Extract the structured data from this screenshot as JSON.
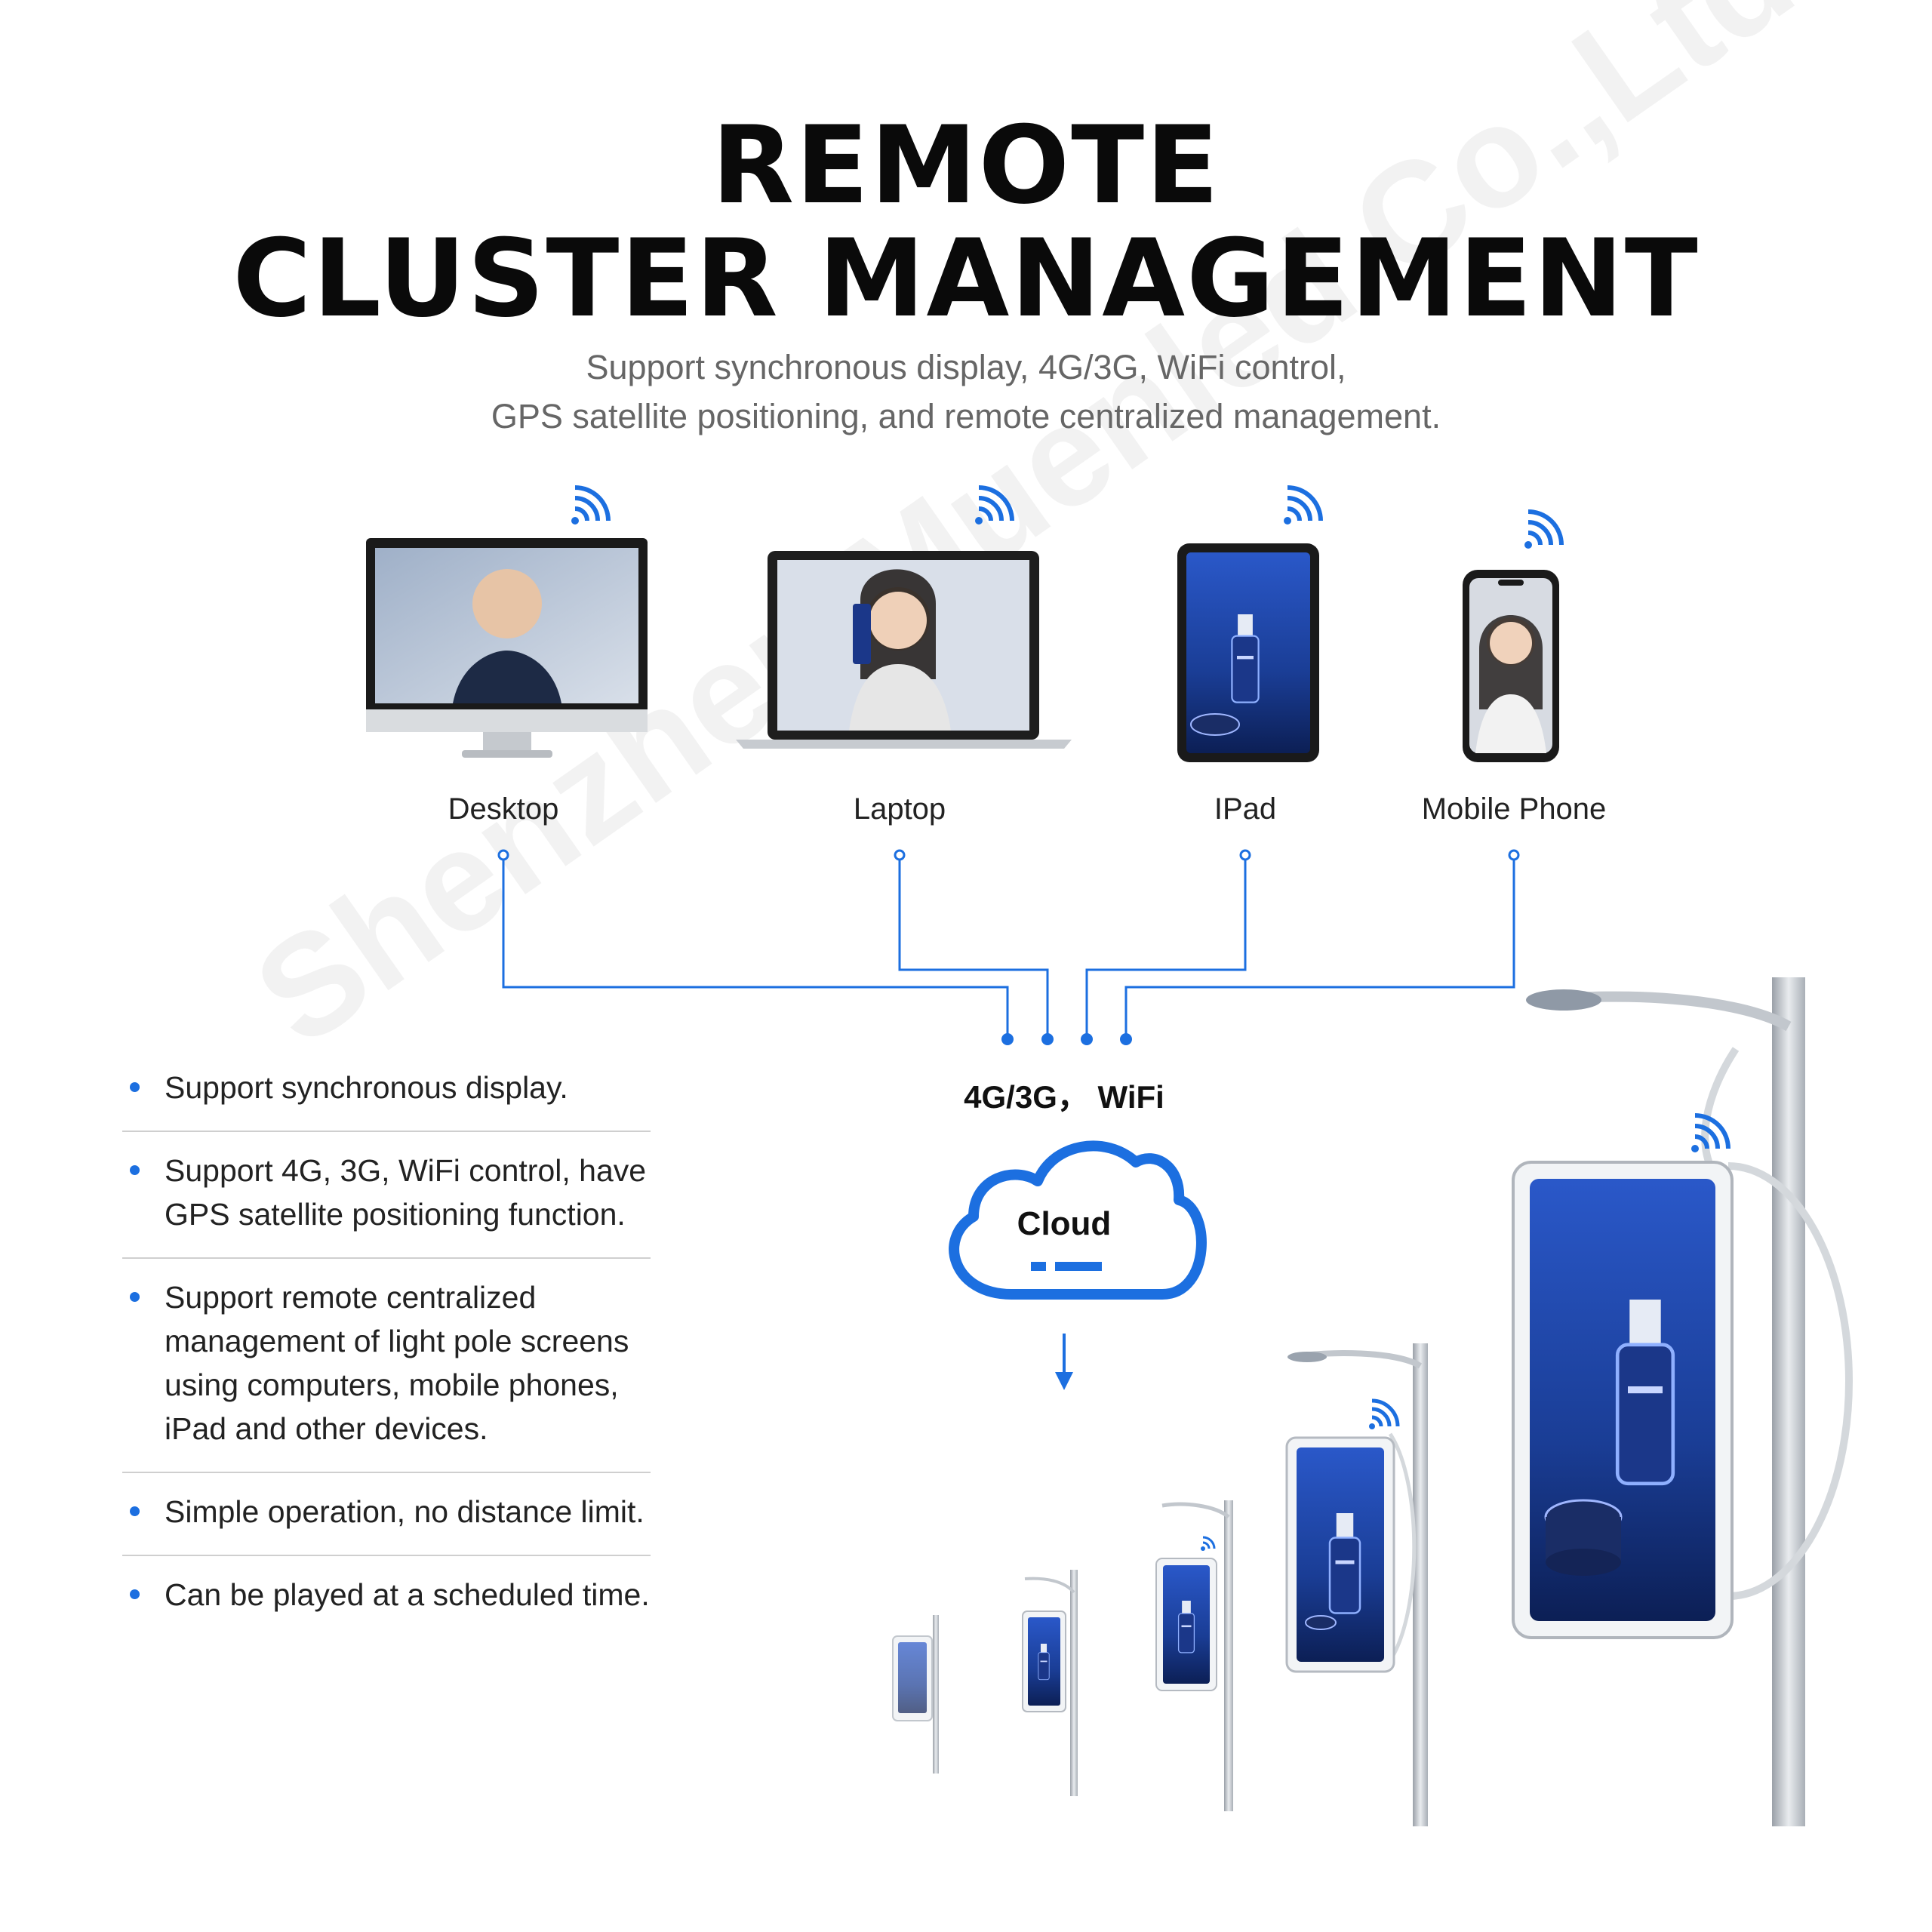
{
  "title": {
    "line1": "REMOTE",
    "line2": "CLUSTER MANAGEMENT"
  },
  "subtitle": {
    "line1": "Support synchronous display, 4G/3G, WiFi control,",
    "line2": "GPS satellite positioning, and remote centralized management."
  },
  "devices": [
    {
      "label": "Desktop",
      "icon": "desktop-monitor-icon"
    },
    {
      "label": "Laptop",
      "icon": "laptop-icon"
    },
    {
      "label": "IPad",
      "icon": "tablet-icon"
    },
    {
      "label": "Mobile Phone",
      "icon": "mobile-phone-icon"
    }
  ],
  "network_label": "4G/3G， WiFi",
  "cloud_label": "Cloud",
  "features": [
    "Support synchronous display.",
    "Support 4G, 3G, WiFi control, have GPS satellite positioning function.",
    "Support remote centralized management of light pole screens using computers, mobile phones, iPad and other devices.",
    "Simple operation, no distance limit.",
    "Can be played at a scheduled time."
  ],
  "watermark": "Shenzhen Muenled Co.,Ltd.",
  "colors": {
    "accent": "#1c6fe0",
    "title": "#0a0a0a",
    "subtitle": "#666666",
    "screen_blue": "#1d3f9e"
  }
}
